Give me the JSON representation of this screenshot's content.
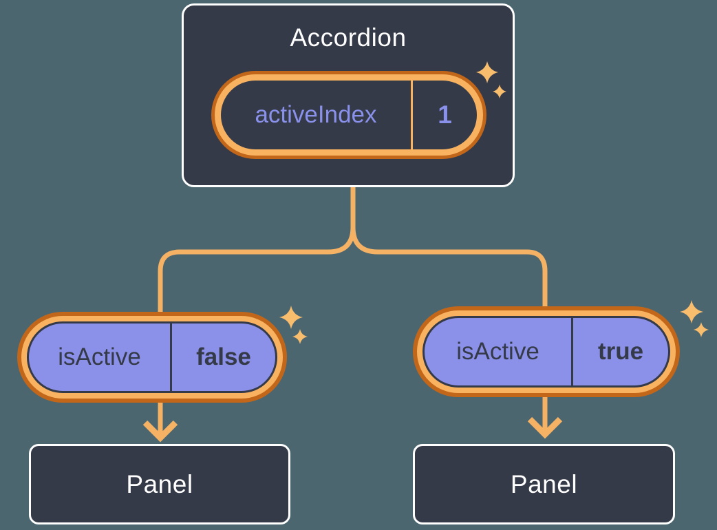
{
  "colors": {
    "background": "#4C6670",
    "card-fill": "#353A49",
    "card-border": "#FFFFFF",
    "line-orange": "#F5B264",
    "ring-light-orange": "#F8B260",
    "ring-dark-orange": "#C2661A",
    "sparkle-orange": "#F9BD6E",
    "purple-fill": "#8B90E9",
    "purple-text": "#8A91EA",
    "ink-text": "#353A49",
    "white-text": "#FFFFFF"
  },
  "accordion": {
    "title": "Accordion",
    "state_pill": {
      "label": "activeIndex",
      "value": "1"
    }
  },
  "left_child": {
    "prop_pill": {
      "label": "isActive",
      "value": "false"
    },
    "panel_label": "Panel"
  },
  "right_child": {
    "prop_pill": {
      "label": "isActive",
      "value": "true"
    },
    "panel_label": "Panel"
  }
}
